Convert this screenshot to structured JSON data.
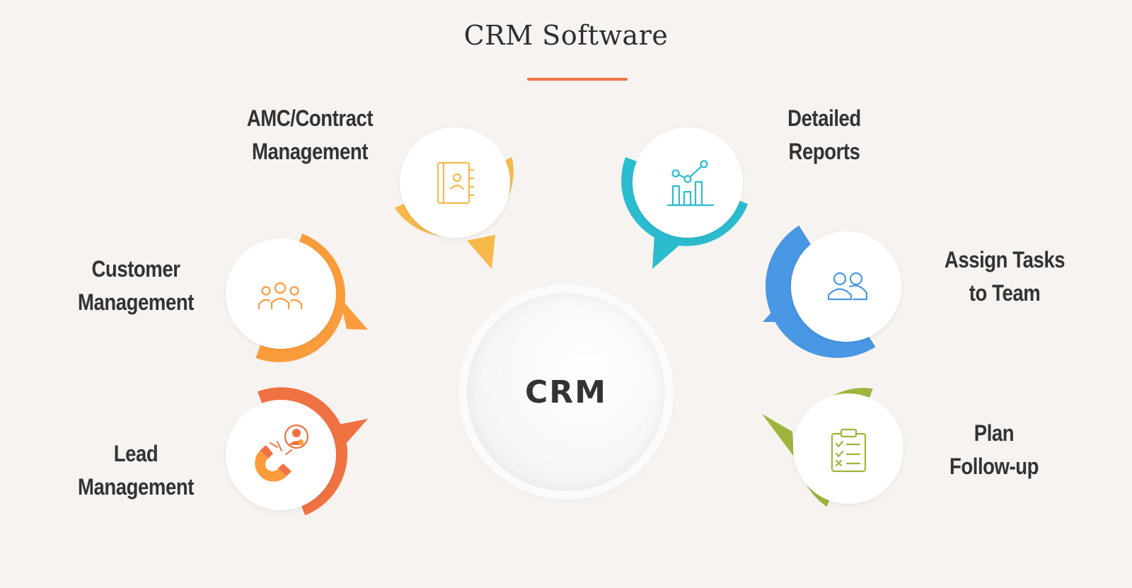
{
  "title": "CRM Software",
  "center": {
    "label": "CRM"
  },
  "nodes": [
    {
      "id": "amc",
      "line1": "AMC/Contract",
      "line2": "Management",
      "color": "#f6b94a",
      "icon": "contact-book-icon"
    },
    {
      "id": "reports",
      "line1": "Detailed",
      "line2": "Reports",
      "color": "#2bbccf",
      "icon": "bar-chart-icon"
    },
    {
      "id": "customer",
      "line1": "Customer",
      "line2": "Management",
      "color": "#fb9c3c",
      "icon": "group-people-icon"
    },
    {
      "id": "tasks",
      "line1": "Assign Tasks",
      "line2": "to Team",
      "color": "#4a97e4",
      "icon": "two-users-icon"
    },
    {
      "id": "lead",
      "line1": "Lead",
      "line2": "Management",
      "color": "#f07242",
      "icon": "magnet-icon"
    },
    {
      "id": "followup",
      "line1": "Plan",
      "line2": "Follow-up",
      "color": "#9db53c",
      "icon": "clipboard-checklist-icon"
    }
  ],
  "colors": {
    "background": "#f6f3f1",
    "accent": "#f07242",
    "text": "#333333"
  }
}
